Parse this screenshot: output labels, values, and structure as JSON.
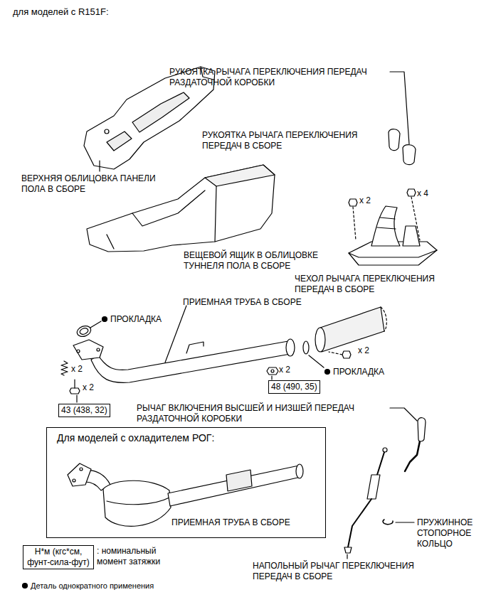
{
  "diagram": {
    "title": "для моделей с R151F:",
    "nodes": [
      {
        "text": [
          "48 (490, 35)"
        ]
      },
      {
        "text": [
          "43 (438, 32)"
        ]
      },
      {
        "text": [
          "Для моделей с охладителем РОГ:",
          "ПРИЕМНАЯ ТРУБА В СБОРЕ"
        ]
      },
      {
        "text": [
          "Н*м (кгс*см, фунт-сила-фут)"
        ]
      }
    ],
    "labels": [
      "РУКОЯТКА РЫЧАГА ПЕРЕКЛЮЧЕНИЯ ПЕРЕДАЧ РАЗДАТОЧНОЙ КОРОБКИ",
      "РУКОЯТКА РЫЧАГА ПЕРЕКЛЮЧЕНИЯ ПЕРЕДАЧ В СБОРЕ",
      "ВЕРХНЯЯ ОБЛИЦОВКА ПАНЕЛИ ПОЛА В СБОРЕ",
      "x 2",
      "x 4",
      "ВЕЩЕВОЙ ЯЩИК В ОБЛИЦОВКЕ ТУННЕЛЯ ПОЛА В СБОРЕ",
      "ЧЕХОЛ РЫЧАГА ПЕРЕКЛЮЧЕНИЯ ПЕРЕДАЧ В СБОРЕ",
      "ПРИЕМНАЯ ТРУБА В СБОРЕ",
      "ПРОКЛАДКА",
      "x 2",
      "x 2",
      "x 2",
      "ПРОКЛАДКА",
      "x 2",
      "РЫЧАГ ВКЛЮЧЕНИЯ ВЫСШЕЙ И НИЗШЕЙ ПЕРЕДАЧ РАЗДАТОЧНОЙ КОРОБКИ",
      "ПРУЖИННОЕ СТОПОРНОЕ КОЛЬЦО",
      "НАПОЛЬНЫЙ РЫЧАГ ПЕРЕКЛЮЧЕНИЯ ПЕРЕДАЧ В СБОРЕ"
    ],
    "legend": [
      {
        "text": ": номинальный момент затяжки"
      },
      {
        "text": "Деталь однократного применения"
      }
    ]
  }
}
